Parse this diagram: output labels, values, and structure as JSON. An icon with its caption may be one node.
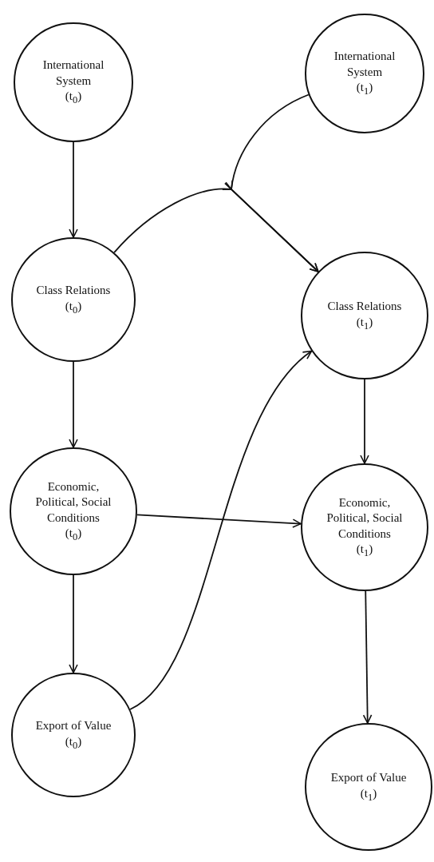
{
  "diagram": {
    "nodes": [
      {
        "text": [
          "International System",
          "(t$_{0}$)"
        ]
      },
      {
        "text": [
          "International System",
          "(t$_{1}$)"
        ]
      },
      {
        "text": [
          "Class Relations",
          "(t$_{0}$)"
        ]
      },
      {
        "text": [
          "Class Relations",
          "(t$_{1}$)"
        ]
      },
      {
        "text": [
          "Economic, Political, Social Conditions",
          "(t$_{0}$)"
        ]
      },
      {
        "text": [
          "Economic, Political, Social Conditions",
          "(t$_{1}$)"
        ]
      },
      {
        "text": [
          "Export of Value",
          "(t$_{0}$)"
        ]
      },
      {
        "text": [
          "Export of Value",
          "(t$_{1}$)"
        ]
      }
    ],
    "edges": [
      {
        "from": 0,
        "to": 2,
        "arrow": "to"
      },
      {
        "from": 1,
        "to": 3,
        "arrow": "to"
      },
      {
        "from": 2,
        "to": 3,
        "arrow": "to"
      },
      {
        "from": 2,
        "to": 4,
        "arrow": "to"
      },
      {
        "from": 3,
        "to": 5,
        "arrow": "to"
      },
      {
        "from": 4,
        "to": 5,
        "arrow": "to"
      },
      {
        "from": 4,
        "to": 6,
        "arrow": "to"
      },
      {
        "from": 5,
        "to": 7,
        "arrow": "to"
      },
      {
        "from": 6,
        "to": 3,
        "arrow": "to"
      }
    ]
  }
}
